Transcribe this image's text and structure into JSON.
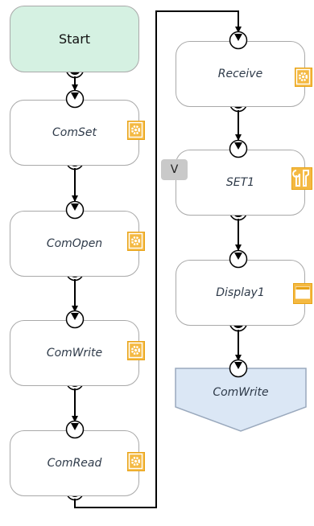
{
  "nodes": {
    "start": "Start",
    "comset": "ComSet",
    "comopen": "ComOpen",
    "comwrite": "ComWrite",
    "comread": "ComRead",
    "receive": "Receive",
    "set1": "SET1",
    "display1": "Display1",
    "comwrite_end": "ComWrite"
  },
  "tag": "V",
  "icons": {
    "comset": "gear-icon",
    "comopen": "gear-icon",
    "comwrite": "gear-icon",
    "comread": "gear-icon",
    "receive": "gear-icon",
    "set1": "wrench-icon",
    "display1": "display-icon"
  },
  "colors": {
    "start_fill": "#d5f1e2",
    "end_fill": "#dbe7f5",
    "icon_fill": "#f4b942",
    "node_border": "#a9a9a9",
    "wire": "#000000"
  }
}
